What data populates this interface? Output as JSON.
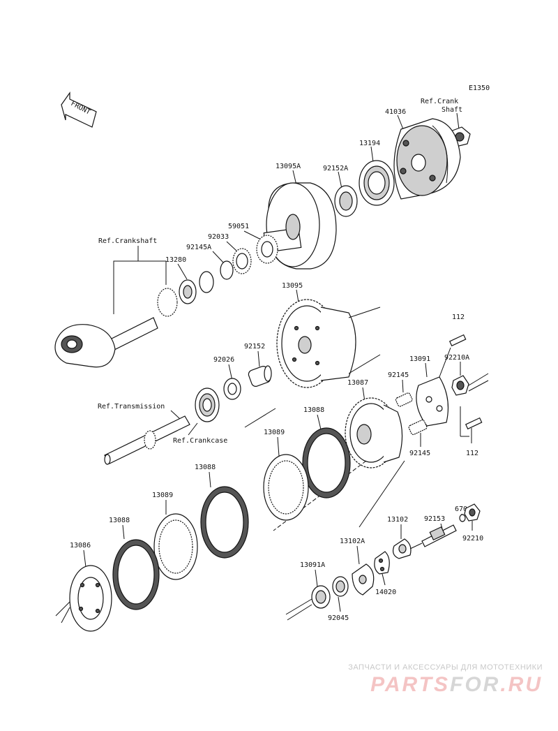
{
  "diagram_code": "E1350",
  "front_label": "FRONT",
  "refs": {
    "crank_shaft": [
      "Ref.Crank",
      "Shaft"
    ],
    "crankshaft": "Ref.Crankshaft",
    "transmission": "Ref.Transmission",
    "crankcase": "Ref.Crankcase"
  },
  "parts": {
    "p41036": "41036",
    "p13194": "13194",
    "p92152A": "92152A",
    "p13095A": "13095A",
    "p59051": "59051",
    "p92033": "92033",
    "p92145A": "92145A",
    "p13280": "13280",
    "p13095": "13095",
    "p92152": "92152",
    "p92026": "92026",
    "p112_top": "112",
    "p13091": "13091",
    "p92210A": "92210A",
    "p92145_top": "92145",
    "p13087": "13087",
    "p13088_a": "13088",
    "p13089_a": "13089",
    "p92145_bot": "92145",
    "p112_bot": "112",
    "p13088_b": "13088",
    "p13089_b": "13089",
    "p13088_c": "13088",
    "p13086": "13086",
    "p670": "670",
    "p92153": "92153",
    "p13102": "13102",
    "p92210": "92210",
    "p13102A": "13102A",
    "p13091A": "13091A",
    "p14020": "14020",
    "p92045": "92045"
  },
  "watermark": {
    "tagline": "ЗАПЧАСТИ И АКСЕССУАРЫ ДЛЯ МОТОТЕХНИКИ",
    "logo_a": "PARTS",
    "logo_b": "FOR",
    "logo_c": ".RU"
  }
}
